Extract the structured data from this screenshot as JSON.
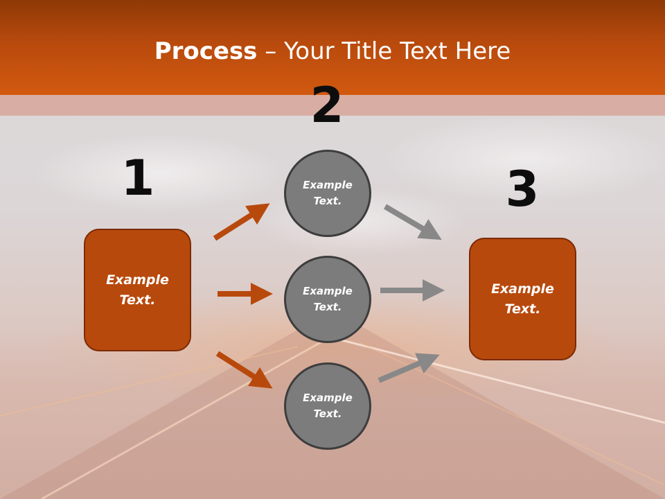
{
  "title": {
    "bold": "Process",
    "rest": " – Your Title Text Here"
  },
  "steps": [
    {
      "number": "1",
      "text": "Example Text."
    },
    {
      "number": "2",
      "items": [
        "Example Text.",
        "Example Text.",
        "Example Text."
      ]
    },
    {
      "number": "3",
      "text": "Example Text."
    }
  ],
  "colors": {
    "header": "#c3500e",
    "box_fill": "#b8490c",
    "box_border": "#7a2a05",
    "circle_fill": "#7c7c7c",
    "circle_border": "#3d3d3d",
    "arrow_orange": "#b8490c",
    "arrow_gray": "#888888"
  }
}
